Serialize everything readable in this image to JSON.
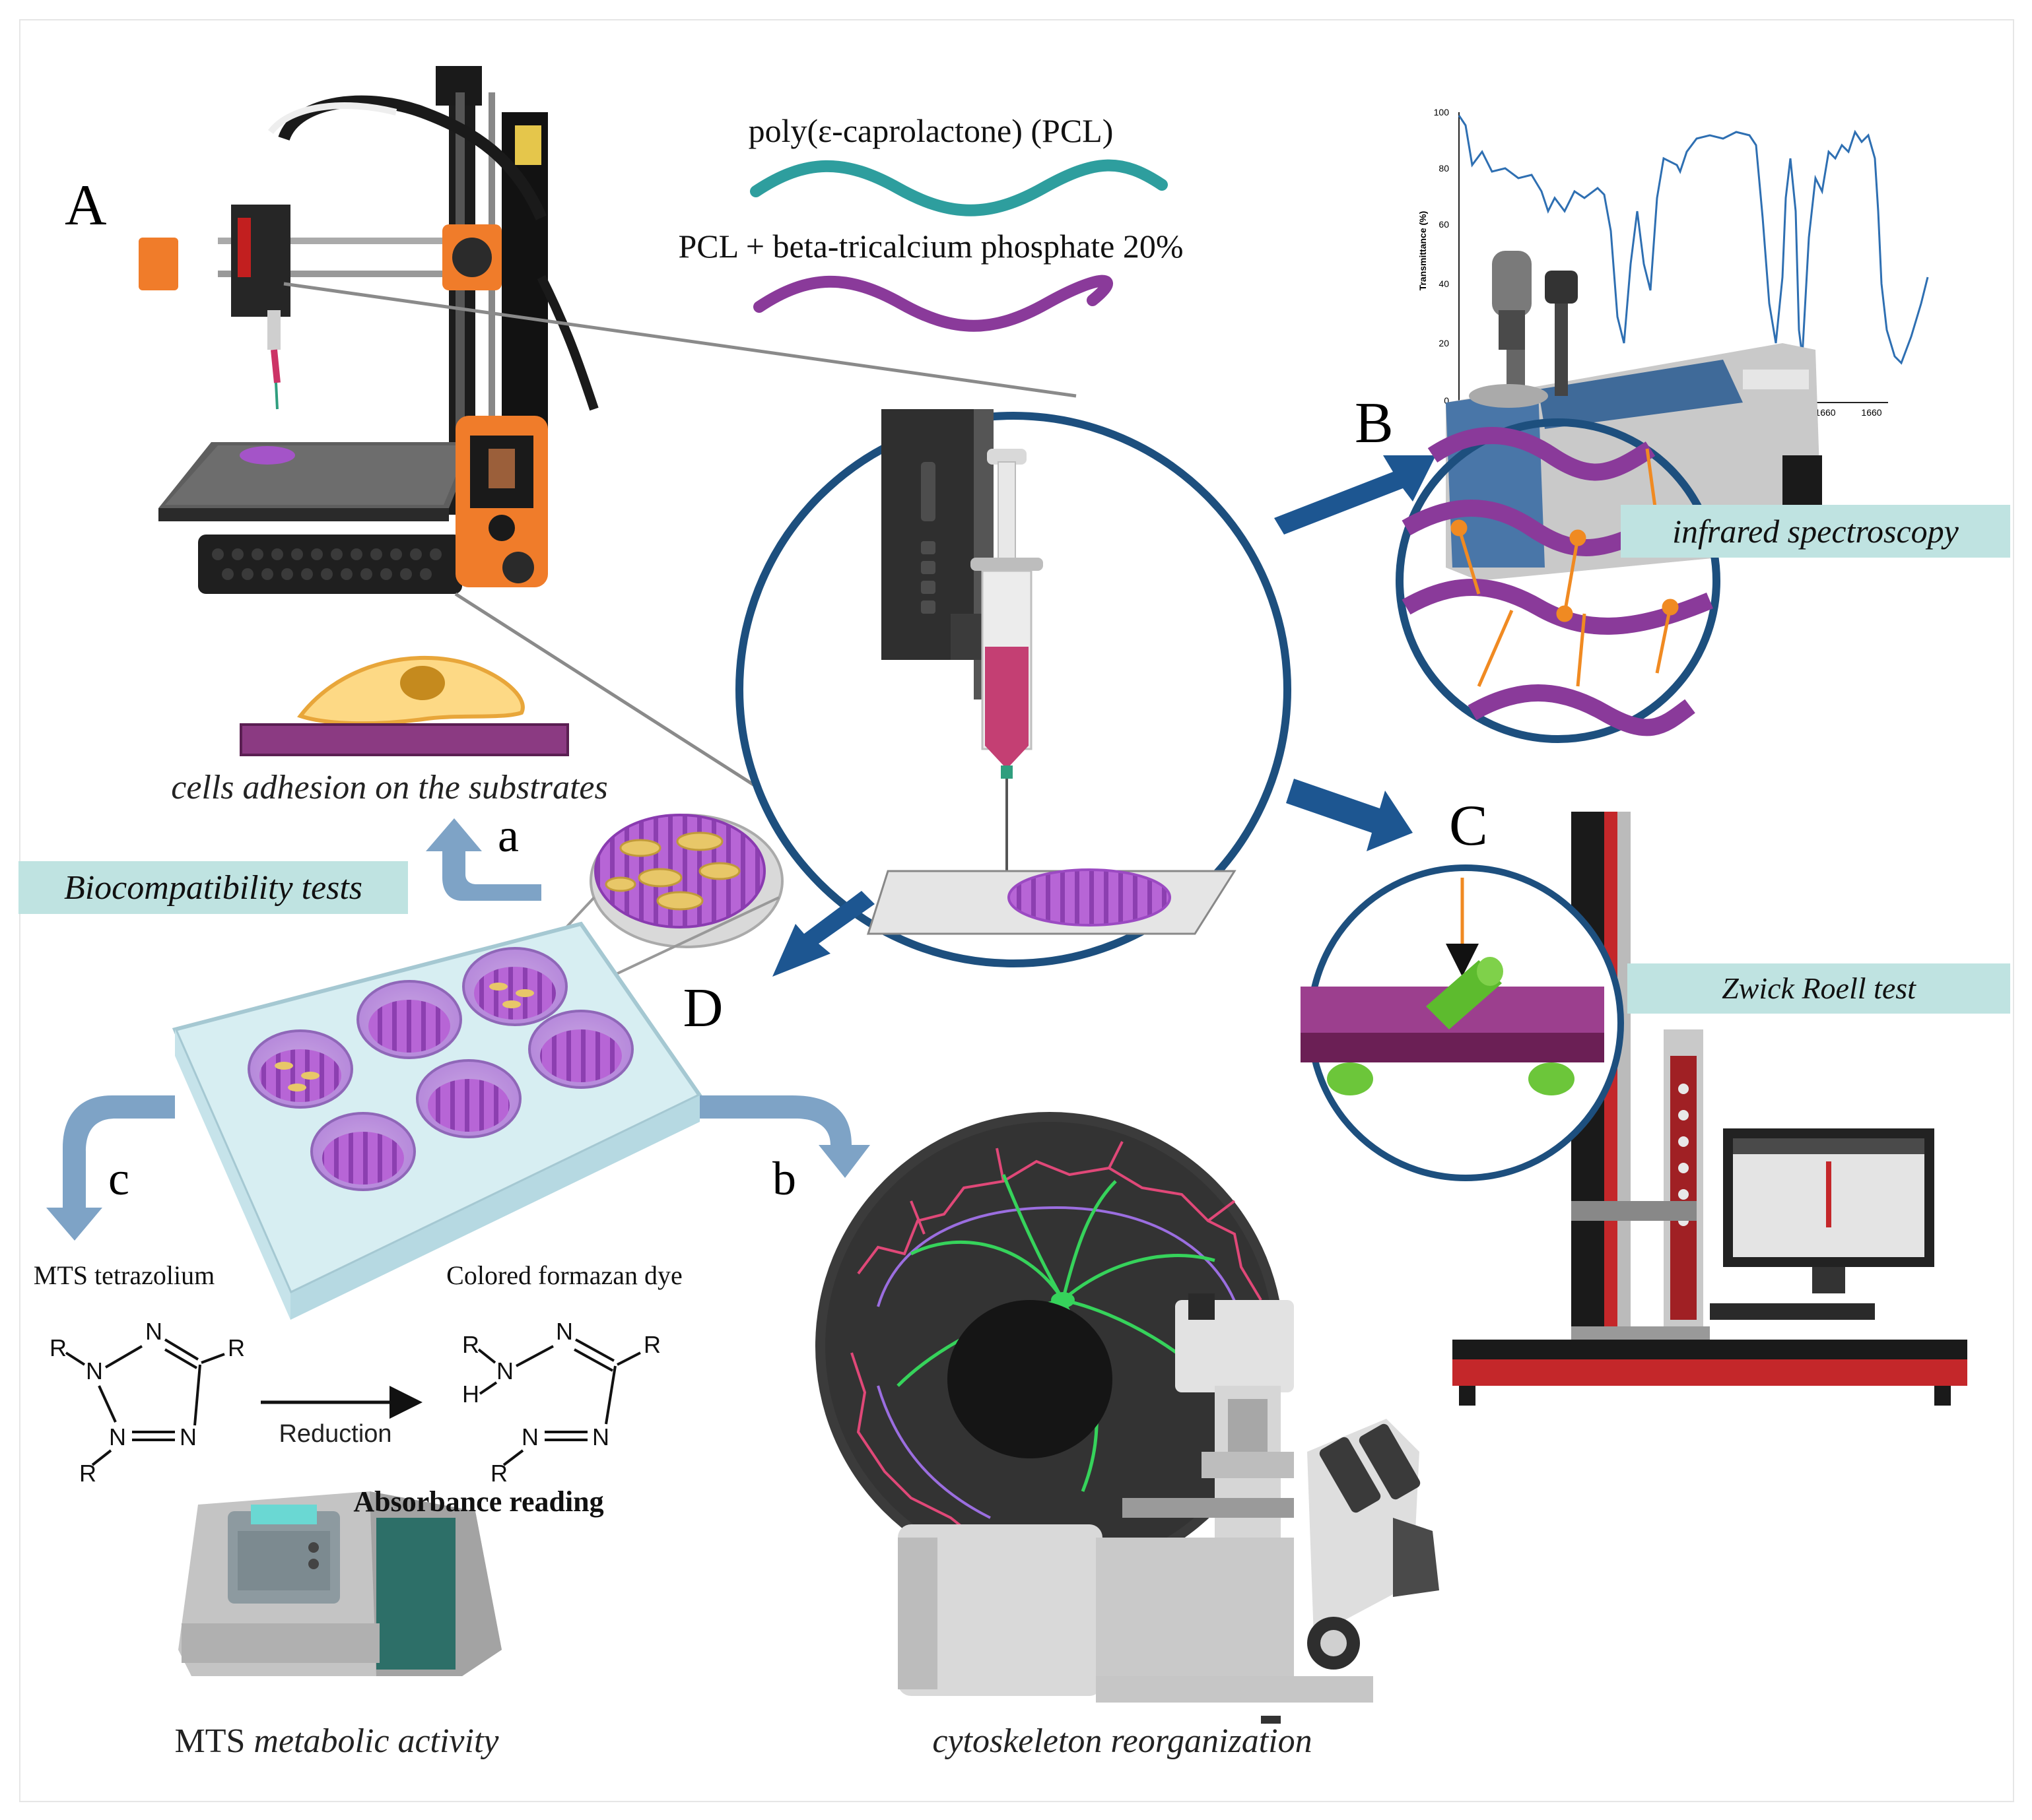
{
  "labels": {
    "A": "A",
    "B": "B",
    "C": "C",
    "D": "D",
    "a": "a",
    "b": "b",
    "c": "c"
  },
  "materials": {
    "pcl": "poly(ε-caprolactone) (PCL)",
    "pcl_tcp": "PCL + beta-tricalcium phosphate  20%"
  },
  "captions": {
    "infrared": "infrared spectroscopy",
    "zwick": "Zwick Roell test",
    "biocompat": "Biocompatibility tests",
    "adhesion": "cells adhesion on the substrates",
    "mts_prefix": "MTS ",
    "mts_italic": "metabolic activity",
    "cytoskeleton": "cytoskeleton reorganization",
    "absorbance": "Absorbance reading",
    "mts_tetrazolium": "MTS tetrazolium",
    "formazan": "Colored formazan dye",
    "reduction": "Reduction"
  },
  "chem": {
    "R": "R",
    "N": "N",
    "H": "H"
  },
  "ir_chart": {
    "ylabel": "Transmittance (%)",
    "yticks": [
      "100",
      "80",
      "60",
      "40",
      "20",
      "0"
    ],
    "xticks": [
      "1660",
      "1660"
    ]
  },
  "colors": {
    "pcl": "#2e9e9e",
    "pcl_tcp": "#8a3a9a",
    "circle": "#1d4f7e",
    "arrow_dark": "#1d5691",
    "arrow_light": "#7ea3c6",
    "caption_bg": "#bfe3e1",
    "purple_scaffold": "#a454c8",
    "ir_line": "#2e6fb2"
  },
  "icons": {
    "printer": "3d-printer-icon",
    "syringe": "syringe-icon",
    "spectrometer": "ftir-spectrometer-icon",
    "tensile": "tensile-tester-icon",
    "wellplate": "well-plate-icon",
    "petri": "petri-dish-icon",
    "cell": "cell-icon",
    "plate_reader": "plate-reader-icon",
    "microscope": "microscope-icon"
  }
}
